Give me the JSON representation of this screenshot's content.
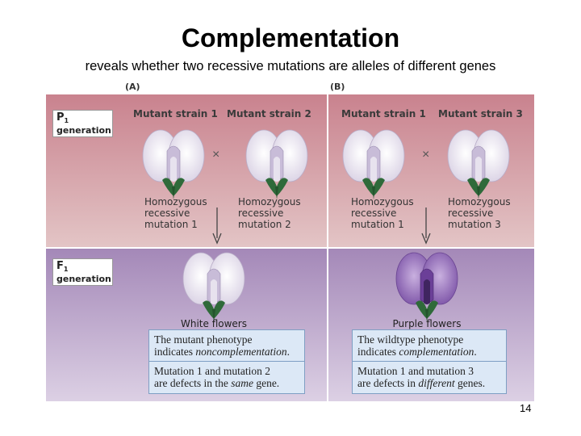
{
  "title": "Complementation",
  "subtitle": "reveals whether two recessive mutations are alleles of different genes",
  "page_number": "14",
  "figure": {
    "panels": [
      {
        "letter": "(A)",
        "strain_left": "Mutant strain 1",
        "strain_right": "Mutant strain 2",
        "cross_symbol": "×",
        "genotype_left": [
          "Homozygous",
          "recessive",
          "mutation 1"
        ],
        "genotype_right": [
          "Homozygous",
          "recessive",
          "mutation 2"
        ],
        "result_label": "White flowers",
        "conclusion": {
          "line1": "The mutant phenotype",
          "line2_pre": "indicates ",
          "line2_em": "noncomplementation",
          "line2_post": ".",
          "line3": "Mutation 1 and mutation 2",
          "line4_pre": "are defects in the ",
          "line4_em": "same",
          "line4_post": " gene."
        }
      },
      {
        "letter": "(B)",
        "strain_left": "Mutant strain 1",
        "strain_right": "Mutant strain 3",
        "cross_symbol": "×",
        "genotype_left": [
          "Homozygous",
          "recessive",
          "mutation 1"
        ],
        "genotype_right": [
          "Homozygous",
          "recessive",
          "mutation 3"
        ],
        "result_label": "Purple flowers",
        "conclusion": {
          "line1": "The wildtype phenotype",
          "line2_pre": "indicates ",
          "line2_em": "complementation",
          "line2_post": ".",
          "line3": "Mutation 1 and mutation 3",
          "line4_pre": "are defects in ",
          "line4_em": "different",
          "line4_post": " genes."
        }
      }
    ],
    "p1_label": {
      "letter": "P",
      "sub": "1",
      "word": "generation"
    },
    "f1_label": {
      "letter": "F",
      "sub": "1",
      "word": "generation"
    },
    "colors": {
      "p1_band_top": "#c9828e",
      "p1_band_bottom": "#e3c5c6",
      "f1_band_top": "#a488b8",
      "f1_band_bottom": "#dcd0e4",
      "white_petal": "#f1eef6",
      "purple_petal": "#9a6fc0",
      "leaf": "#2f6a3a",
      "box_fill": "#dce8f6",
      "box_border": "#7f9fc4"
    },
    "icons": [
      "white-flower-icon",
      "purple-flower-icon",
      "down-arrow-icon",
      "cross-symbol"
    ]
  }
}
